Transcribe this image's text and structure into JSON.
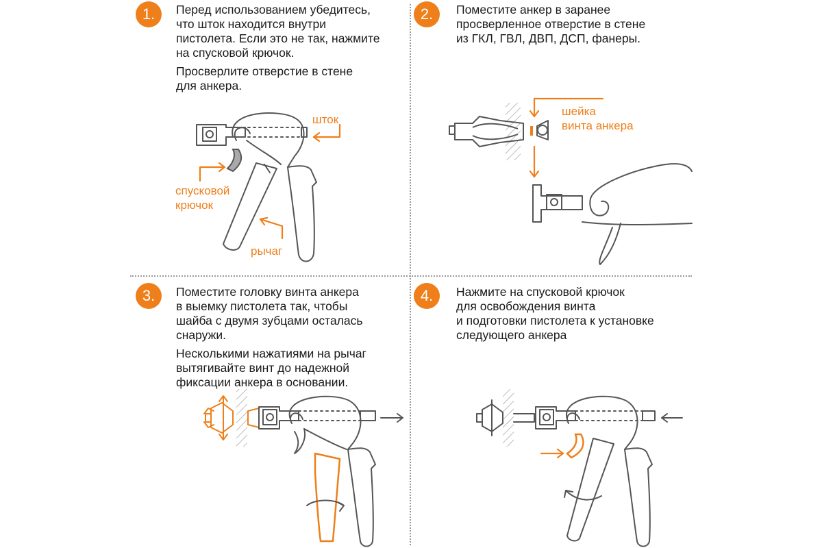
{
  "steps": [
    {
      "number": "1.",
      "paragraphs": [
        "Перед использованием убедитесь,\nчто шток находится внутри\nпистолета. Если это не так, нажмите\nна спусковой крючок.",
        "Просверлите отверстие в стене\nдля анкера."
      ]
    },
    {
      "number": "2.",
      "paragraphs": [
        "Поместите анкер в заранее\nпросверленное отверстие в стене\nиз ГКЛ, ГВЛ, ДВП, ДСП, фанеры."
      ]
    },
    {
      "number": "3.",
      "paragraphs": [
        "Поместите головку винта анкера\nв выемку пистолета так, чтобы\nшайба с двумя зубцами осталась\nснаружи.",
        "Несколькими нажатиями на рычаг\nвытягивайте винт до надежной\nфиксации анкера в основании."
      ]
    },
    {
      "number": "4.",
      "paragraphs": [
        "Нажмите на спусковой крючок\nдля освобождения винта\nи подготовки пистолета к установке\nследующего анкера"
      ]
    }
  ],
  "labels": {
    "rod": "шток",
    "trigger": "спусковой\nкрючок",
    "lever": "рычаг",
    "screw_neck": "шейка\nвинта анкера"
  },
  "colors": {
    "accent": "#ee7f1a",
    "line": "#555555"
  }
}
